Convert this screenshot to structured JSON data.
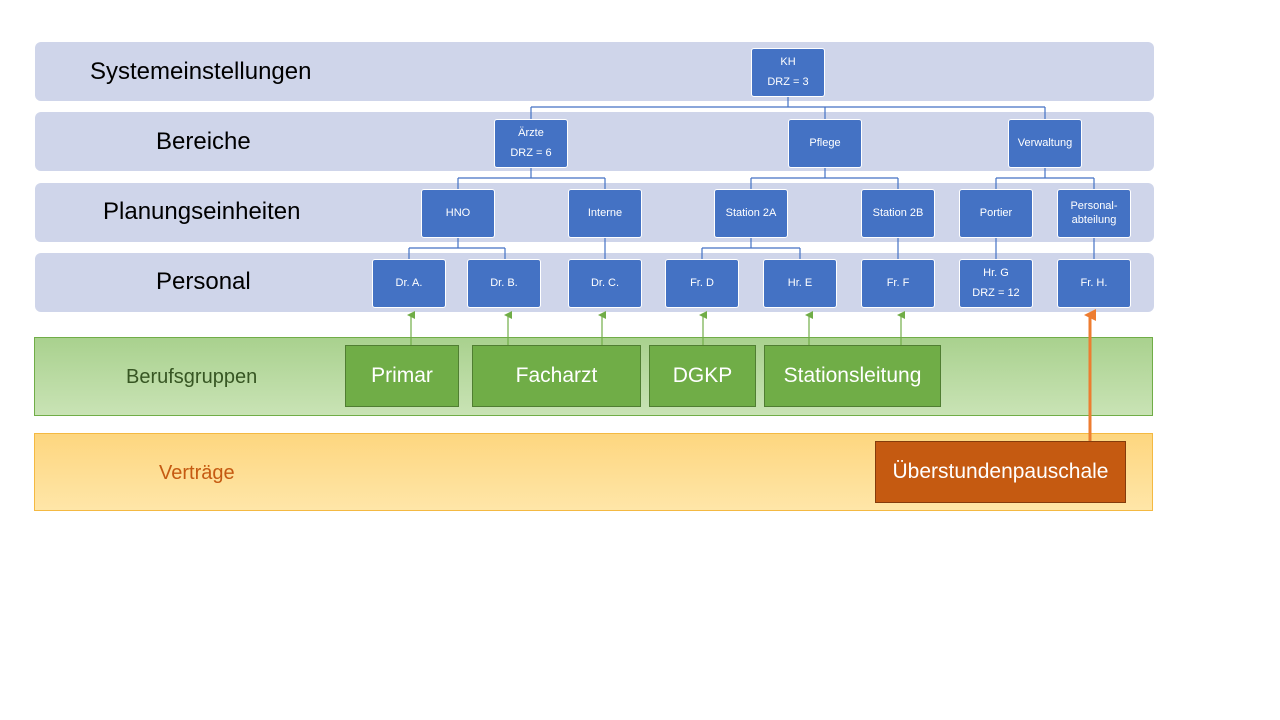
{
  "levels": {
    "system": "Systemeinstellungen",
    "bereiche": "Bereiche",
    "planung": "Planungseinheiten",
    "personal": "Personal"
  },
  "nodes": {
    "kh": {
      "line1": "KH",
      "line2": "DRZ = 3"
    },
    "aerzte": {
      "line1": "Ärzte",
      "line2": "DRZ = 6"
    },
    "pflege": {
      "line1": "Pflege"
    },
    "verwaltung": {
      "line1": "Verwaltung"
    },
    "hno": {
      "line1": "HNO"
    },
    "interne": {
      "line1": "Interne"
    },
    "station2a": {
      "line1": "Station 2A"
    },
    "station2b": {
      "line1": "Station 2B"
    },
    "portier": {
      "line1": "Portier"
    },
    "personalabteilung": {
      "line1": "Personal-",
      "line2": "abteilung"
    },
    "dr_a": {
      "line1": "Dr. A."
    },
    "dr_b": {
      "line1": "Dr. B."
    },
    "dr_c": {
      "line1": "Dr. C."
    },
    "fr_d": {
      "line1": "Fr. D"
    },
    "hr_e": {
      "line1": "Hr. E"
    },
    "fr_f": {
      "line1": "Fr. F"
    },
    "hr_g": {
      "line1": "Hr. G",
      "line2": "DRZ = 12"
    },
    "fr_h": {
      "line1": "Fr. H."
    }
  },
  "berufsgruppen": {
    "label": "Berufsgruppen",
    "items": [
      "Primar",
      "Facharzt",
      "DGKP",
      "Stationsleitung"
    ]
  },
  "vertraege": {
    "label": "Verträge",
    "items": [
      "Überstundenpauschale"
    ]
  },
  "colors": {
    "band": "#cfd5ea",
    "node": "#4472c4",
    "line": "#4472c4",
    "group_fill": "#70ad47",
    "group_label": "#375623",
    "group_arrow": "#70ad47",
    "contract_fill": "#c55a11",
    "contract_label": "#c55a11",
    "contract_arrow": "#ed7d31"
  }
}
